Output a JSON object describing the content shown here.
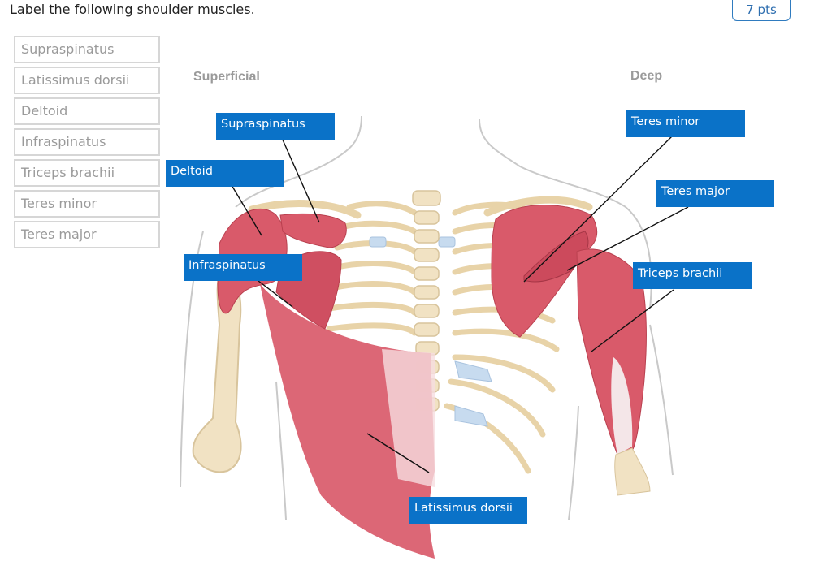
{
  "question": {
    "prompt": "Label the following shoulder muscles.",
    "points": "7 pts"
  },
  "word_bank": [
    "Supraspinatus",
    "Latissimus dorsii",
    "Deltoid",
    "Infraspinatus",
    "Triceps brachii",
    "Teres minor",
    "Teres major"
  ],
  "figure": {
    "left_view_label": "Superficial",
    "right_view_label": "Deep",
    "labels": {
      "supraspinatus": "Supraspinatus",
      "deltoid": "Deltoid",
      "infraspinatus": "Infraspinatus",
      "latissimus": "Latissimus dorsii",
      "teres_minor": "Teres minor",
      "teres_major": "Teres major",
      "triceps": "Triceps brachii"
    }
  },
  "colors": {
    "accent": "#0a72c8",
    "muscle": "#d95a6a",
    "bone": "#f1e2c3",
    "cartilage": "#c7dbef"
  }
}
